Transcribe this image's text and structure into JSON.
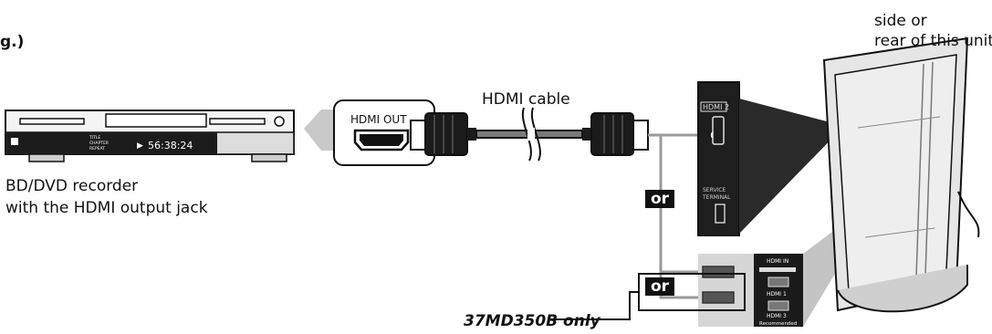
{
  "labels": {
    "partial_top_text": "g.)",
    "recorder_line1": "BD/DVD recorder",
    "recorder_line2": "with the HDMI output jack",
    "unit_line1": "side or",
    "unit_line2": "rear of this unit",
    "cable": "HDMI cable",
    "hdmi_out": "HDMI OUT",
    "or_1": "or",
    "or_2": "or",
    "model_note": "37MD350B only",
    "side_hdmi": "HDMI 2",
    "service_terminal_1": "SERVICE",
    "service_terminal_2": "TERMINAL",
    "rear_hdmi_in": "HDMI IN",
    "rear_hdmi1": "HDMI 1",
    "rear_hdmi3": "HDMI 3",
    "rear_recommended": "Recommended",
    "recorder_display": "56:38:24",
    "recorder_title": "TITLE",
    "recorder_chapter": "CHAPTER",
    "recorder_repeat": "REPEAT"
  },
  "colors": {
    "line": "#111111",
    "gray_connector": "#9a9a9a",
    "tv_body": "#e6e6e6",
    "panel_dark": "#1a1a1a"
  }
}
